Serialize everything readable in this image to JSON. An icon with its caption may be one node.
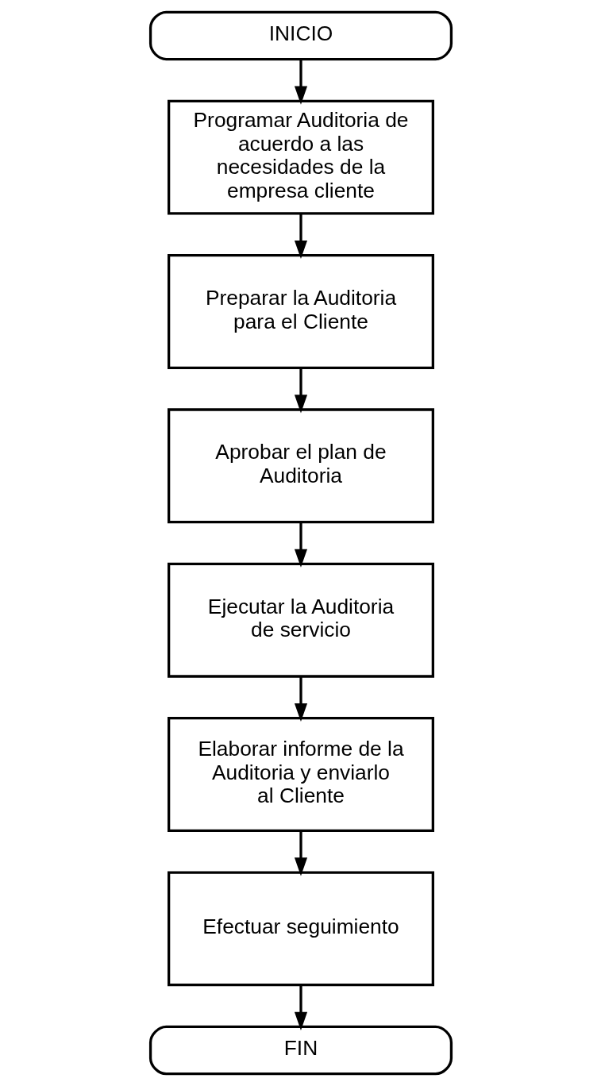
{
  "diagram": {
    "nodes": [
      {
        "text": [
          "INICIO"
        ]
      },
      {
        "text": [
          "Programar Auditoria de acuerdo a las necesidades de la empresa cliente"
        ]
      },
      {
        "text": [
          "Preparar la Auditoria para el Cliente"
        ]
      },
      {
        "text": [
          "Aprobar el plan de Auditoria"
        ]
      },
      {
        "text": [
          "Ejecutar la Auditoria de servicio"
        ]
      },
      {
        "text": [
          "Elaborar informe de la Auditoria y enviarlo al Cliente"
        ]
      },
      {
        "text": [
          "Efectuar seguimiento"
        ]
      },
      {
        "text": [
          "FIN"
        ]
      }
    ],
    "edges": [
      {
        "from": 0,
        "to": 1,
        "arrow": "to"
      },
      {
        "from": 1,
        "to": 2,
        "arrow": "to"
      },
      {
        "from": 2,
        "to": 3,
        "arrow": "to"
      },
      {
        "from": 3,
        "to": 4,
        "arrow": "to"
      },
      {
        "from": 4,
        "to": 5,
        "arrow": "to"
      },
      {
        "from": 5,
        "to": 6,
        "arrow": "to"
      },
      {
        "from": 6,
        "to": 7,
        "arrow": "to"
      }
    ]
  }
}
